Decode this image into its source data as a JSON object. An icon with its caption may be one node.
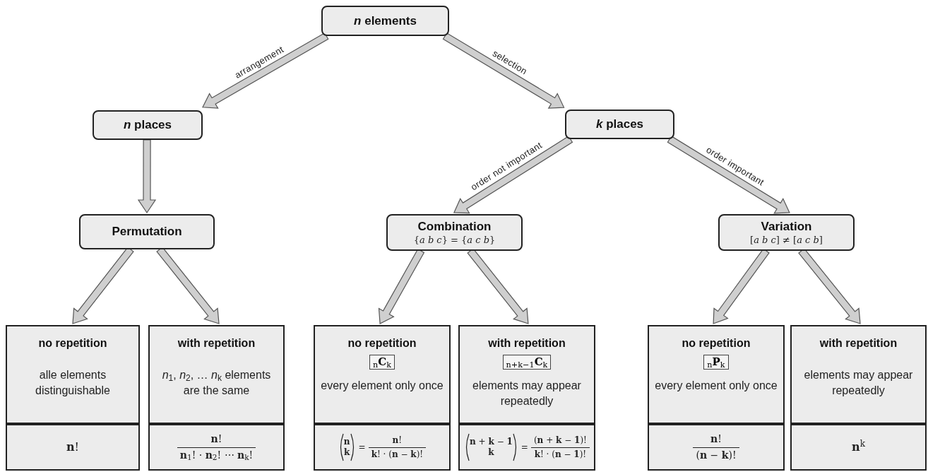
{
  "diagram": {
    "nodes": [
      {
        "text": [
          "*n* elements"
        ]
      },
      {
        "text": [
          "*n* places"
        ]
      },
      {
        "text": [
          "*k* places"
        ]
      },
      {
        "text": [
          "Permutation"
        ]
      },
      {
        "text": [
          "Combination",
          "{*a* *b* *c*} = {*a* *c* *b*}"
        ]
      },
      {
        "text": [
          "Variation",
          "[*a* *b* *c*] ≠ [*a* *c* *b*]"
        ]
      },
      {
        "text": [
          "no repetition",
          "alle elements distinguishable"
        ]
      },
      {
        "text": [
          "**n**!"
        ]
      },
      {
        "text": [
          "with repetition",
          "*n*$_{1}$, *n*$_{2}$, … *n*$_{k}$ elements are the same"
        ]
      },
      {
        "text": [
          "**n**!",
          "**n**$_{1}$! · **n**$_{2}$! ⋯ **n**$_{k}$!"
        ]
      },
      {
        "text": [
          "no repetition",
          "$_{n}$**C**$_{k}$",
          "every element only once"
        ]
      },
      {
        "text": [
          "**n**",
          "**k**",
          "=",
          "**n**!",
          "**k**! · (**n** − **k**)!"
        ]
      },
      {
        "text": [
          "with repetition",
          "$_{n+k−1}$**C**$_{k}$",
          "elements may appear repeatedly"
        ]
      },
      {
        "text": [
          "**n** + **k** − **1**",
          "**k**",
          "=",
          "(**n** + **k** − **1**)!",
          "**k**! · (**n** − **1**)!"
        ]
      },
      {
        "text": [
          "no repetition",
          "$_{n}$**P**$_{k}$",
          "every element only once"
        ]
      },
      {
        "text": [
          "**n**!",
          "(**n** − **k**)!"
        ]
      },
      {
        "text": [
          "with repetition",
          "elements may appear repeatedly"
        ]
      },
      {
        "text": [
          "**n**$^{k}$"
        ]
      }
    ],
    "edges": [
      {
        "from": 0,
        "to": 1,
        "arrow": "to",
        "label": "arrangement"
      },
      {
        "from": 0,
        "to": 2,
        "arrow": "to",
        "label": "selection"
      },
      {
        "from": 1,
        "to": 3,
        "arrow": "to"
      },
      {
        "from": 2,
        "to": 4,
        "arrow": "to",
        "label": "order not important"
      },
      {
        "from": 2,
        "to": 5,
        "arrow": "to",
        "label": "order important"
      },
      {
        "from": 3,
        "to": 6,
        "arrow": "to"
      },
      {
        "from": 3,
        "to": 8,
        "arrow": "to"
      },
      {
        "from": 4,
        "to": 10,
        "arrow": "to"
      },
      {
        "from": 4,
        "to": 12,
        "arrow": "to"
      },
      {
        "from": 5,
        "to": 14,
        "arrow": "to"
      },
      {
        "from": 5,
        "to": 16,
        "arrow": "to"
      }
    ]
  }
}
